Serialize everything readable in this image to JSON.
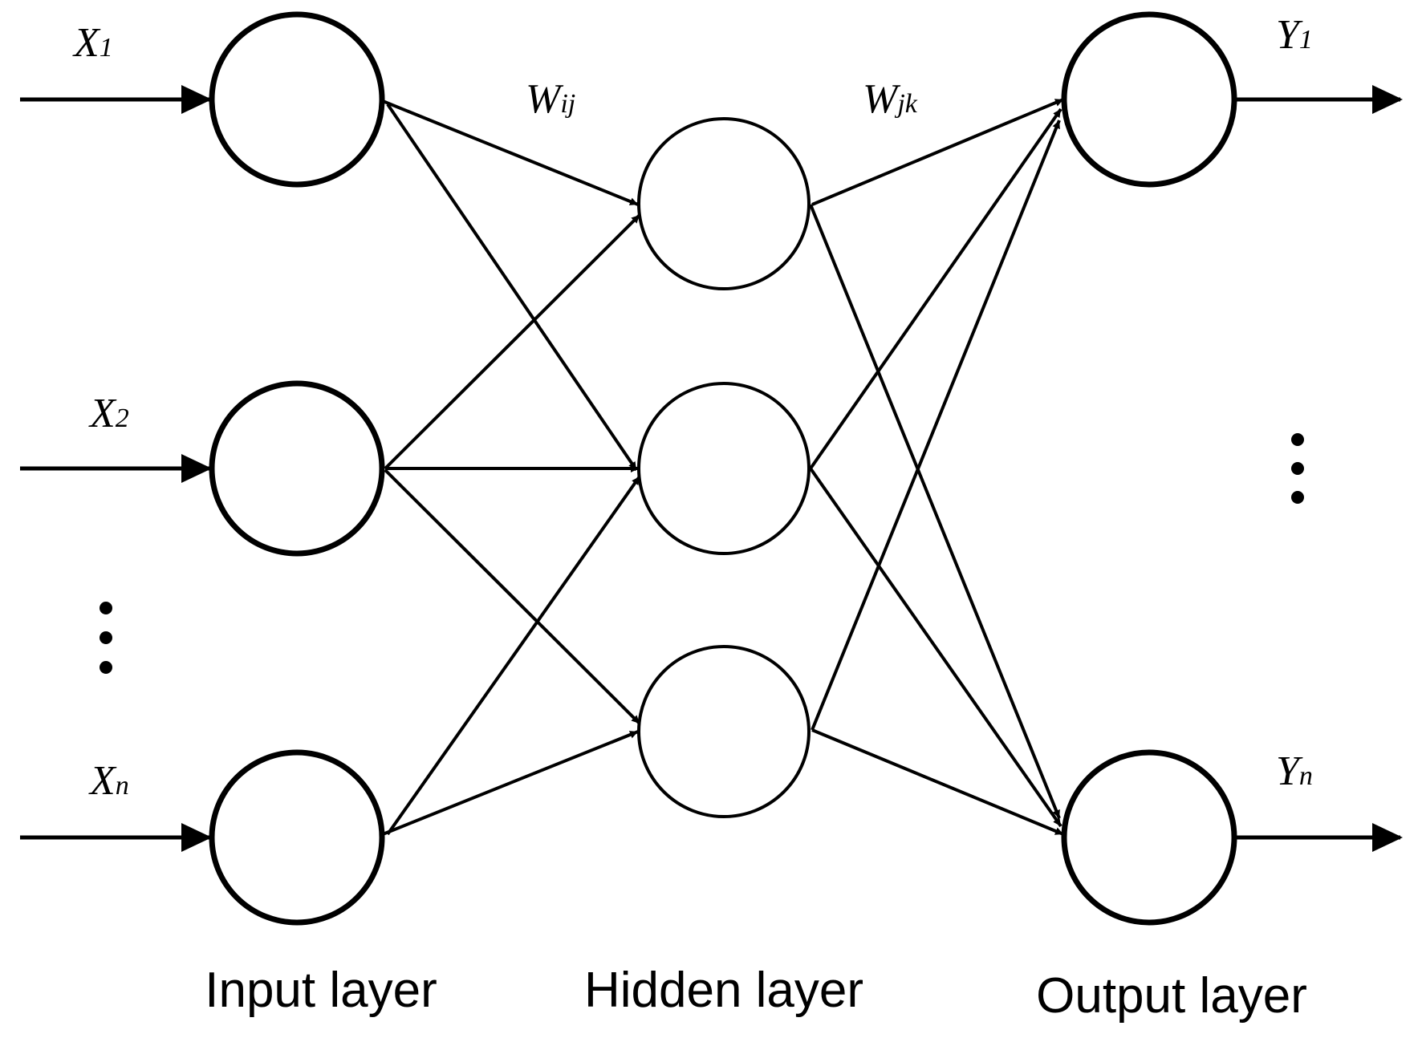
{
  "labels": {
    "x1": {
      "main": "X",
      "sub": "1"
    },
    "x2": {
      "main": "X",
      "sub": "2"
    },
    "xn": {
      "main": "X",
      "sub": "n"
    },
    "y1": {
      "main": "Y",
      "sub": "1"
    },
    "yn": {
      "main": "Y",
      "sub": "n"
    },
    "wij": {
      "main": "W",
      "sub": "ij"
    },
    "wjk": {
      "main": "W",
      "sub": "jk"
    }
  },
  "layers": {
    "input": "Input layer",
    "hidden": "Hidden layer",
    "output": "Output layer"
  },
  "colors": {
    "stroke": "#000000",
    "background": "#ffffff"
  }
}
